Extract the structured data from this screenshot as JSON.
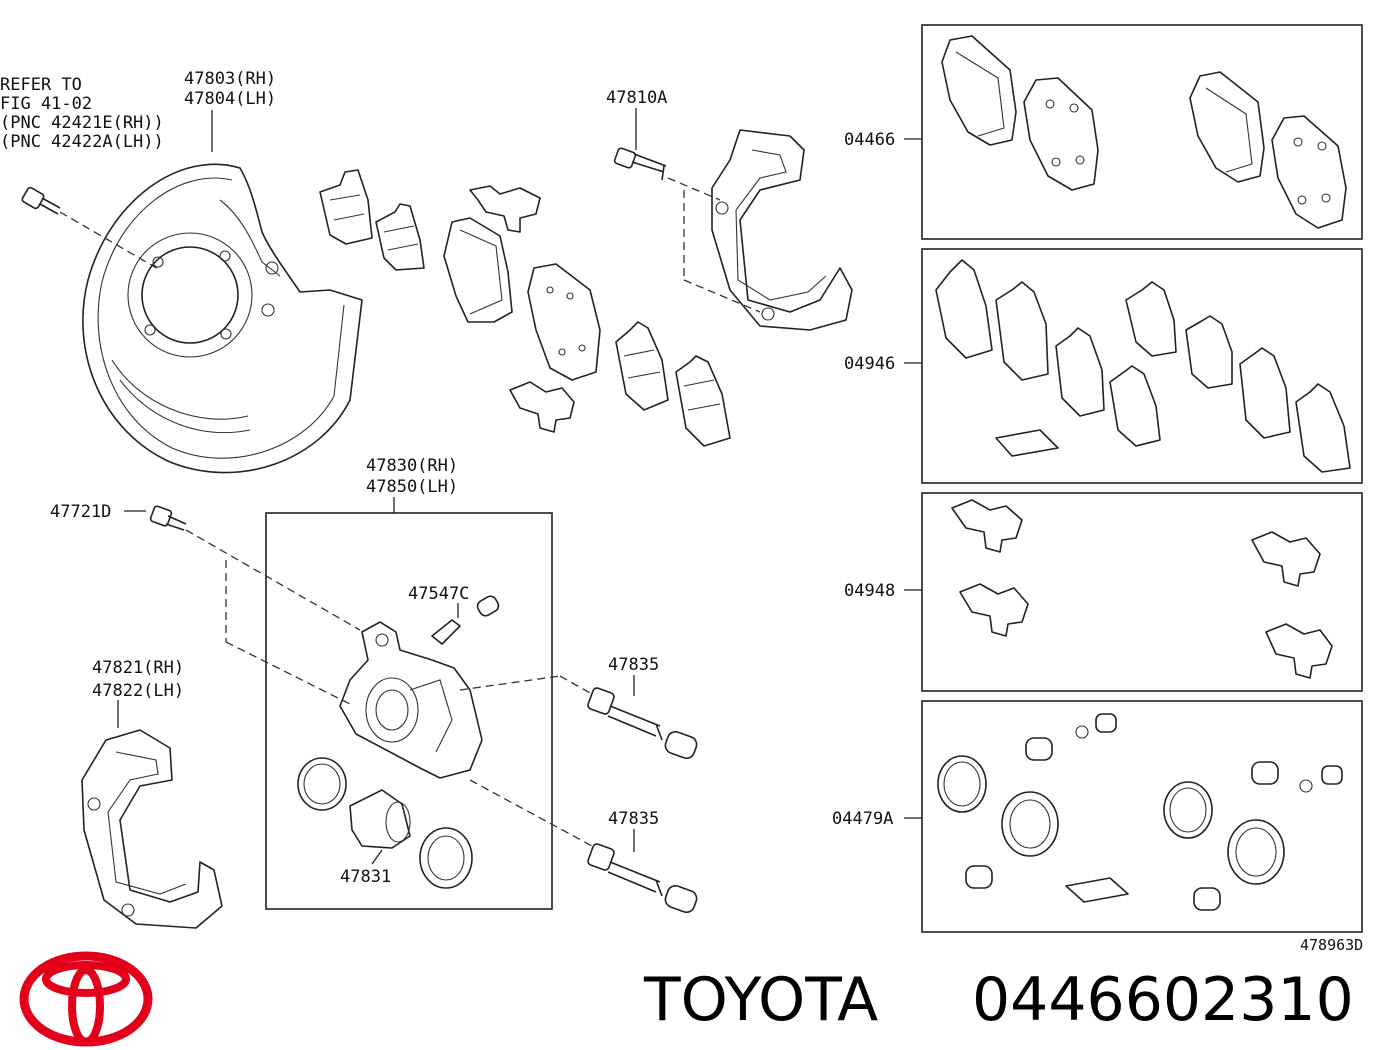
{
  "labels": {
    "refer_line1": "REFER TO",
    "refer_line2": "FIG 41-02",
    "refer_line3": "(PNC 42421E(RH))",
    "refer_line4": "(PNC 42422A(LH))",
    "p47803": "47803(RH)",
    "p47804": "47804(LH)",
    "p47810A": "47810A",
    "p04466": "04466",
    "p04946": "04946",
    "p04948": "04948",
    "p04479A": "04479A",
    "p47830": "47830(RH)",
    "p47850": "47850(LH)",
    "p47721D": "47721D",
    "p47547C": "47547C",
    "p47835a": "47835",
    "p47835b": "47835",
    "p47821": "47821(RH)",
    "p47822": "47822(LH)",
    "p47831": "47831",
    "diagram_id": "478963D"
  },
  "brand": {
    "name": "TOYOTA",
    "part_number": "0446602310",
    "logo_color": "#e2001a"
  }
}
